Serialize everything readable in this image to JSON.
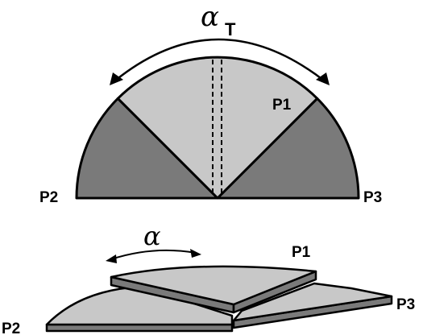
{
  "diagram": {
    "top": {
      "total_angle_symbol": "α",
      "total_angle_subscript": "T",
      "label_p1": "P1",
      "label_p2": "P2",
      "label_p3": "P3"
    },
    "bottom": {
      "angle_symbol": "α",
      "label_p1": "P1",
      "label_p2": "P2",
      "label_p3": "P3"
    }
  },
  "colors": {
    "light_sector": "#c8c8c8",
    "dark_sector": "#7a7a7a",
    "outline": "#000000",
    "background": "#ffffff"
  }
}
